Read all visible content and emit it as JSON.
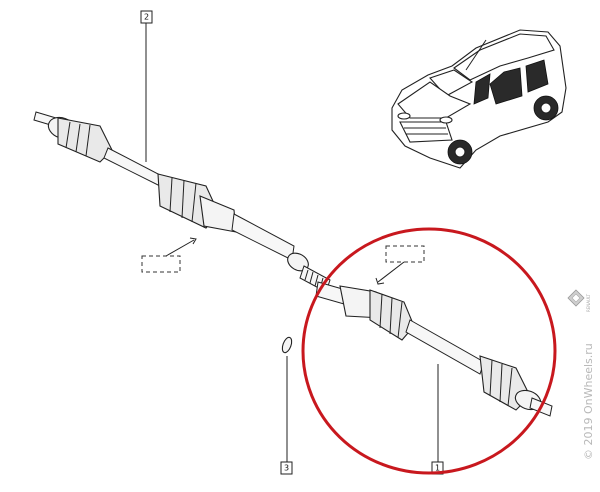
{
  "callouts": [
    {
      "id": "2",
      "label": "2"
    },
    {
      "id": "3",
      "label": "3"
    },
    {
      "id": "1",
      "label": "1"
    }
  ],
  "watermark": {
    "text": "© 2019 OnWheels.ru"
  },
  "logo": {
    "text": "RENAULT"
  },
  "colors": {
    "highlight": "#c8181e",
    "line": "#222222",
    "watermark": "#b8b8b8"
  },
  "icons": {
    "brand_logo": "renault-diamond-icon",
    "vehicle": "suv-vehicle-icon"
  }
}
